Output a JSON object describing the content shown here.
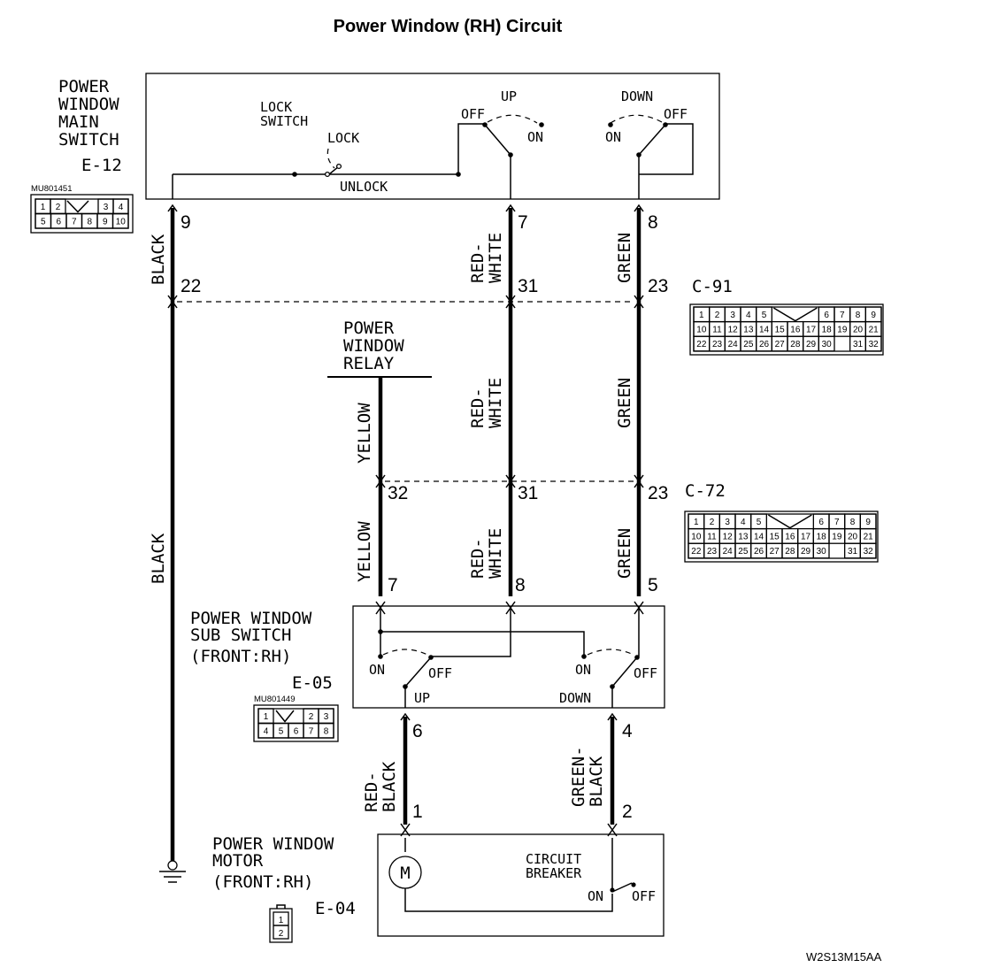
{
  "title": "Power Window (RH) Circuit",
  "figure_code": "W2S13M15AA",
  "main_switch": {
    "name_lines": [
      "POWER",
      "WINDOW",
      "MAIN",
      "SWITCH"
    ],
    "connector_id": "E-12",
    "part_code": "MU801451",
    "lock_switch_lines": [
      "LOCK",
      "SWITCH"
    ],
    "lock_label": "LOCK",
    "unlock_label": "UNLOCK",
    "up_label": "UP",
    "down_label": "DOWN",
    "up_off": "OFF",
    "up_on": "ON",
    "down_on": "ON",
    "down_off": "OFF",
    "pin_black": "9",
    "pin_up": "7",
    "pin_down": "8",
    "connector_cells": [
      [
        "1",
        "2",
        "3",
        "4"
      ],
      [
        "5",
        "6",
        "7",
        "8",
        "9",
        "10"
      ]
    ]
  },
  "c91": {
    "id": "C-91",
    "pin_black": "22",
    "pin_red_white": "31",
    "pin_green": "23",
    "rows": [
      [
        "1",
        "2",
        "3",
        "4",
        "5",
        "6",
        "7",
        "8",
        "9"
      ],
      [
        "10",
        "11",
        "12",
        "13",
        "14",
        "15",
        "16",
        "17",
        "18",
        "19",
        "20",
        "21"
      ],
      [
        "22",
        "23",
        "24",
        "25",
        "26",
        "27",
        "28",
        "29",
        "30",
        "31",
        "32"
      ]
    ]
  },
  "relay": {
    "name_lines": [
      "POWER",
      "WINDOW",
      "RELAY"
    ]
  },
  "c72": {
    "id": "C-72",
    "pin_yellow": "32",
    "pin_red_white": "31",
    "pin_green": "23",
    "rows": [
      [
        "1",
        "2",
        "3",
        "4",
        "5",
        "6",
        "7",
        "8",
        "9"
      ],
      [
        "10",
        "11",
        "12",
        "13",
        "14",
        "15",
        "16",
        "17",
        "18",
        "19",
        "20",
        "21"
      ],
      [
        "22",
        "23",
        "24",
        "25",
        "26",
        "27",
        "28",
        "29",
        "30",
        "31",
        "32"
      ]
    ]
  },
  "sub_switch": {
    "name_lines": [
      "POWER WINDOW",
      "SUB SWITCH",
      "(FRONT:RH)"
    ],
    "connector_id": "E-05",
    "part_code": "MU801449",
    "on_left": "ON",
    "off_left": "OFF",
    "on_right": "ON",
    "off_right": "OFF",
    "up_label": "UP",
    "down_label": "DOWN",
    "pin_yellow": "7",
    "pin_red_white": "8",
    "pin_green": "5",
    "pin_up_out": "6",
    "pin_down_out": "4",
    "connector_cells": [
      [
        "1",
        "2",
        "3"
      ],
      [
        "4",
        "5",
        "6",
        "7",
        "8"
      ]
    ]
  },
  "motor": {
    "name_lines": [
      "POWER WINDOW",
      "MOTOR",
      "(FRONT:RH)"
    ],
    "connector_id": "E-04",
    "motor_symbol": "M",
    "breaker_lines": [
      "CIRCUIT",
      "BREAKER"
    ],
    "breaker_on": "ON",
    "breaker_off": "OFF",
    "pin_1": "1",
    "pin_2": "2",
    "connector_cells": [
      "1",
      "2"
    ]
  },
  "wires": {
    "black": "BLACK",
    "red_white_lines": [
      "RED-",
      "WHITE"
    ],
    "green": "GREEN",
    "yellow": "YELLOW",
    "red_black_lines": [
      "RED-",
      "BLACK"
    ],
    "green_black_lines": [
      "GREEN-",
      "BLACK"
    ]
  }
}
